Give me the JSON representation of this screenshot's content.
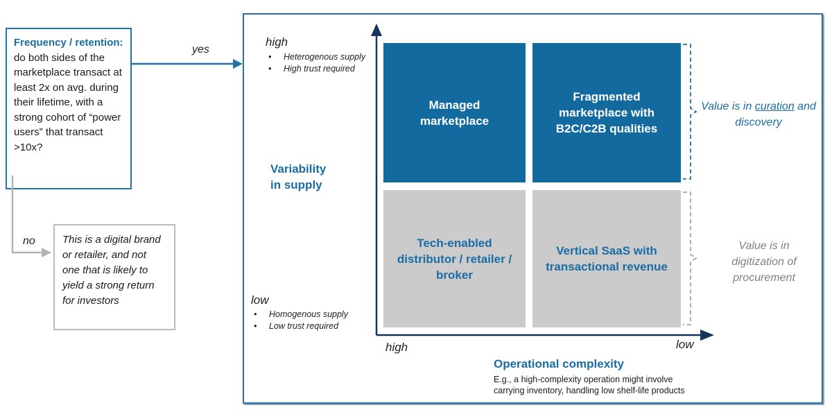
{
  "flow": {
    "question_box": {
      "title": "Frequency / retention:",
      "body": " do both sides of the marketplace transact at least 2x on avg. during their lifetime, with a strong cohort of “power users” that transact >10x?"
    },
    "yes_label": "yes",
    "no_label": "no",
    "result_box": {
      "text": "This is a digital brand or retailer, and not one that is likely to yield a strong return for investors"
    }
  },
  "matrix": {
    "quadrants": [
      {
        "position": "top-left",
        "label": "Managed marketplace",
        "style": "blue"
      },
      {
        "position": "top-right",
        "label": "Fragmented marketplace with B2C/C2B qualities",
        "style": "blue"
      },
      {
        "position": "bottom-left",
        "label": "Tech-enabled distributor / retailer / broker",
        "style": "gray"
      },
      {
        "position": "bottom-right",
        "label": "Vertical SaaS with transactional revenue",
        "style": "gray"
      }
    ]
  },
  "y_axis": {
    "title": "Variability in supply",
    "high": {
      "label": "high",
      "bullets": [
        "Heterogenous supply",
        "High trust required"
      ]
    },
    "low": {
      "label": "low",
      "bullets": [
        "Homogenous supply",
        "Low trust required"
      ]
    }
  },
  "x_axis": {
    "title": "Operational complexity",
    "caption": "E.g., a high-complexity operation might involve carrying inventory, handling low shelf-life products",
    "left_label": "high",
    "right_label": "low"
  },
  "annotations": {
    "top": {
      "prefix": "Value is in ",
      "underlined": "curation",
      "suffix": " and discovery"
    },
    "bottom": {
      "text": "Value is in digitization of procurement"
    }
  },
  "colors": {
    "accent_blue": "#2272aa",
    "text_blue": "#1a6ca3",
    "quadrant_blue": "#136a9e",
    "quadrant_gray": "#cbcbcb",
    "axis_navy": "#17365d",
    "gray_line": "#b3b3b3",
    "gray_text": "#7f7f7f"
  }
}
